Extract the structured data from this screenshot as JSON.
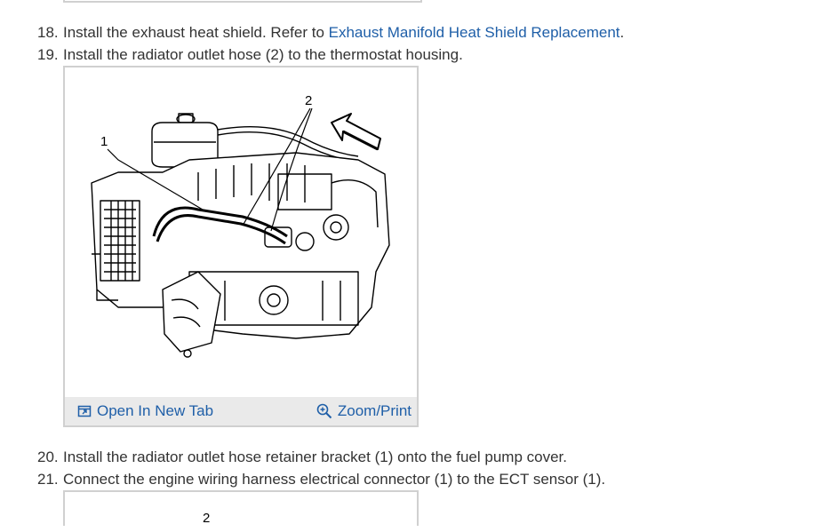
{
  "steps_top": [
    {
      "number": "18.",
      "text": "Install the exhaust heat shield. Refer to ",
      "link": "Exhaust Manifold Heat Shield Replacement",
      "after": "."
    },
    {
      "number": "19.",
      "text": "Install the radiator outlet hose (2) to the thermostat housing."
    }
  ],
  "figure": {
    "callout_1": "1",
    "callout_2": "2",
    "open_tab_label": "Open In New Tab",
    "zoom_print_label": "Zoom/Print"
  },
  "steps_bottom": [
    {
      "number": "20.",
      "text": "Install the radiator outlet hose retainer bracket (1) onto the fuel pump cover."
    },
    {
      "number": "21.",
      "text": "Connect the engine wiring harness electrical connector (1) to the ECT sensor (1)."
    }
  ],
  "figure2": {
    "callout_partial": "2"
  },
  "colors": {
    "link": "#1f5fa8",
    "text": "#333333",
    "toolbar_bg": "#eaeaea",
    "border": "#d0d0d0"
  },
  "icons": {
    "open_tab": "open-in-new-tab-icon",
    "zoom": "zoom-in-icon"
  }
}
